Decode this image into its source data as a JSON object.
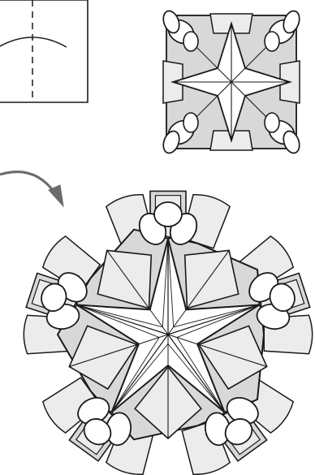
{
  "page": {
    "background": "#ffffff"
  },
  "palette": {
    "line": "#1a1a1a",
    "fill_shade": "#d8d8d8",
    "fill_light": "#ececec",
    "paper": "#ffffff"
  },
  "diagram": {
    "steps": [
      {
        "id": "fold-step",
        "elements": [
          "paper-square",
          "fold-line",
          "crease-arc"
        ]
      },
      {
        "id": "square-model",
        "symmetry": 4
      },
      {
        "id": "round-model",
        "symmetry": 5
      }
    ],
    "arrow_icon": "curved-arrow-icon"
  }
}
